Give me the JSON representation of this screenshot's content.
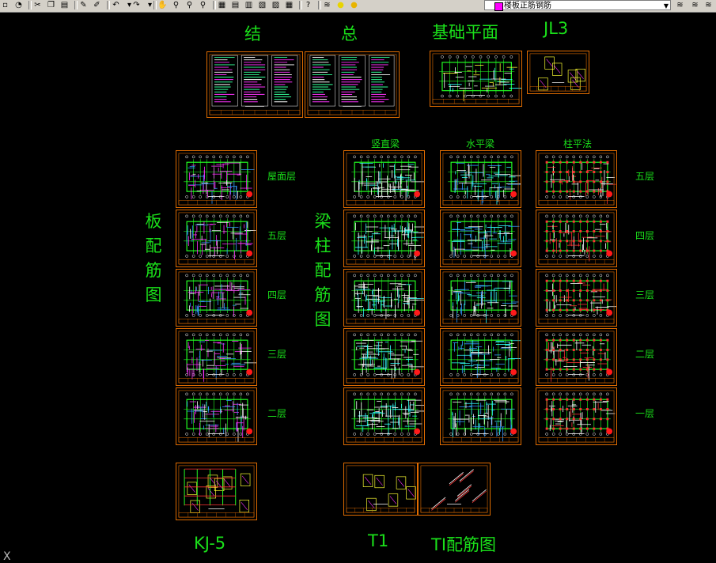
{
  "toolbar": {
    "layer_name": "楼板正筋钢筋",
    "tools": [
      "new-icon",
      "open-icon",
      "sep",
      "cut-icon",
      "copy-icon",
      "paste-icon",
      "sep",
      "pencil-icon",
      "brush-icon",
      "sep",
      "undo-icon",
      "dropdown-icon",
      "redo-icon",
      "dropdown-icon",
      "sep",
      "pan-icon",
      "zoom-realtime-icon",
      "zoom-window-icon",
      "zoom-previous-icon",
      "sep",
      "properties-icon",
      "design-center-icon",
      "tool-palette-icon",
      "sheet-set-icon",
      "markup-icon",
      "quickcalc-icon",
      "sep",
      "help-icon",
      "sep",
      "layer-manager-icon",
      "lightbulb-icon",
      "sun-icon"
    ]
  },
  "labels": {
    "jie": "结",
    "zong": "总",
    "jichu": "基础平面",
    "jl3": "JL3",
    "ban_vertical": "板配筋图",
    "liang_vertical": "梁柱配筋图",
    "shuzhiliang": "竖直梁",
    "shuipingliang": "水平梁",
    "zhupingfa": "柱平法",
    "kj5": "KJ-5",
    "t1": "T1",
    "tpeijin": "TI配筋图"
  },
  "slab_floors": [
    "屋面层",
    "五层",
    "四层",
    "三层",
    "二层"
  ],
  "column_floors": [
    "五层",
    "四层",
    "三层",
    "二层",
    "一层"
  ],
  "ucs_icon": "X"
}
